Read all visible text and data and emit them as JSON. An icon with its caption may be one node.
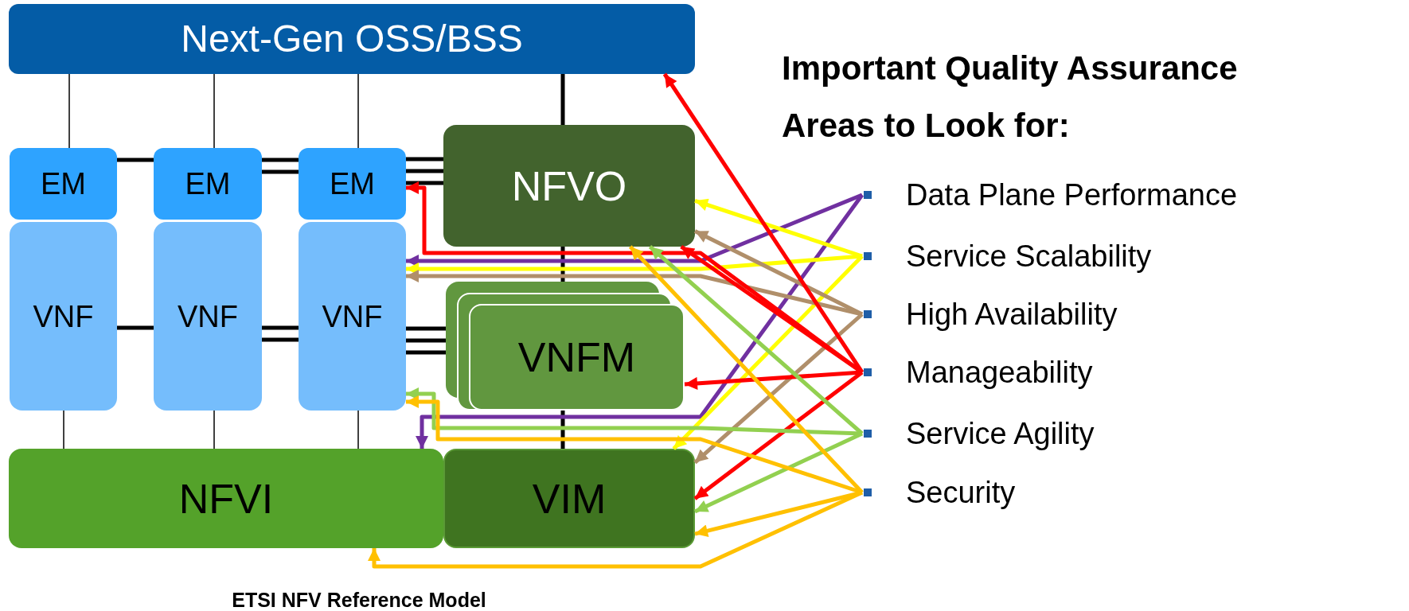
{
  "diagram": {
    "title": "Important Quality Assurance Areas to Look for:",
    "caption": "ETSI NFV Reference Model",
    "nodes": [
      {
        "text": [
          "Next-Gen OSS/BSS"
        ]
      },
      {
        "text": [
          "EM"
        ]
      },
      {
        "text": [
          "EM"
        ]
      },
      {
        "text": [
          "EM"
        ]
      },
      {
        "text": [
          "NFVO"
        ]
      },
      {
        "text": [
          "VNF"
        ]
      },
      {
        "text": [
          "VNF"
        ]
      },
      {
        "text": [
          "VNF"
        ]
      },
      {
        "text": [
          "VNFM"
        ]
      },
      {
        "text": [
          "NFVI"
        ]
      },
      {
        "text": [
          "VIM"
        ]
      },
      {
        "text": [
          "Data Plane Performance"
        ]
      },
      {
        "text": [
          "Service Scalability"
        ]
      },
      {
        "text": [
          "High Availability"
        ]
      },
      {
        "text": [
          "Manageability"
        ]
      },
      {
        "text": [
          "Service Agility"
        ]
      },
      {
        "text": [
          "Security"
        ]
      }
    ],
    "edges": [
      {
        "from": 0,
        "to": 1,
        "arrow": "none"
      },
      {
        "from": 0,
        "to": 2,
        "arrow": "none"
      },
      {
        "from": 0,
        "to": 3,
        "arrow": "none"
      },
      {
        "from": 0,
        "to": 4,
        "arrow": "none"
      },
      {
        "from": 1,
        "to": 2,
        "arrow": "none"
      },
      {
        "from": 2,
        "to": 3,
        "arrow": "none"
      },
      {
        "from": 2,
        "to": 3,
        "arrow": "none"
      },
      {
        "from": 3,
        "to": 4,
        "arrow": "none"
      },
      {
        "from": 3,
        "to": 4,
        "arrow": "none"
      },
      {
        "from": 3,
        "to": 4,
        "arrow": "none"
      },
      {
        "from": 4,
        "to": 8,
        "arrow": "none"
      },
      {
        "from": 5,
        "to": 6,
        "arrow": "none"
      },
      {
        "from": 6,
        "to": 7,
        "arrow": "none"
      },
      {
        "from": 6,
        "to": 7,
        "arrow": "none"
      },
      {
        "from": 7,
        "to": 8,
        "arrow": "none"
      },
      {
        "from": 7,
        "to": 8,
        "arrow": "none"
      },
      {
        "from": 7,
        "to": 8,
        "arrow": "none"
      },
      {
        "from": 8,
        "to": 10,
        "arrow": "none"
      },
      {
        "from": 5,
        "to": 9,
        "arrow": "none"
      },
      {
        "from": 6,
        "to": 9,
        "arrow": "none"
      },
      {
        "from": 7,
        "to": 9,
        "arrow": "none"
      },
      {
        "from": 11,
        "to": 7,
        "arrow": "to",
        "color": "#7030a0"
      },
      {
        "from": 11,
        "to": 9,
        "arrow": "to",
        "color": "#7030a0"
      },
      {
        "from": 12,
        "to": 4,
        "arrow": "to",
        "color": "#ffff00"
      },
      {
        "from": 12,
        "to": 7,
        "arrow": "to",
        "color": "#ffff00"
      },
      {
        "from": 12,
        "to": 10,
        "arrow": "to",
        "color": "#ffff00"
      },
      {
        "from": 13,
        "to": 4,
        "arrow": "to",
        "color": "#b08f6a"
      },
      {
        "from": 13,
        "to": 7,
        "arrow": "to",
        "color": "#b08f6a"
      },
      {
        "from": 13,
        "to": 10,
        "arrow": "to",
        "color": "#b08f6a"
      },
      {
        "from": 14,
        "to": 0,
        "arrow": "to",
        "color": "#ff0000"
      },
      {
        "from": 14,
        "to": 3,
        "arrow": "to",
        "color": "#ff0000"
      },
      {
        "from": 14,
        "to": 4,
        "arrow": "to",
        "color": "#ff0000"
      },
      {
        "from": 14,
        "to": 8,
        "arrow": "to",
        "color": "#ff0000"
      },
      {
        "from": 14,
        "to": 10,
        "arrow": "to",
        "color": "#ff0000"
      },
      {
        "from": 15,
        "to": 4,
        "arrow": "to",
        "color": "#92d050"
      },
      {
        "from": 15,
        "to": 7,
        "arrow": "to",
        "color": "#92d050"
      },
      {
        "from": 15,
        "to": 10,
        "arrow": "to",
        "color": "#92d050"
      },
      {
        "from": 16,
        "to": 4,
        "arrow": "to",
        "color": "#ffc000"
      },
      {
        "from": 16,
        "to": 7,
        "arrow": "to",
        "color": "#ffc000"
      },
      {
        "from": 16,
        "to": 9,
        "arrow": "to",
        "color": "#ffc000"
      },
      {
        "from": 16,
        "to": 10,
        "arrow": "to",
        "color": "#ffc000"
      }
    ]
  }
}
